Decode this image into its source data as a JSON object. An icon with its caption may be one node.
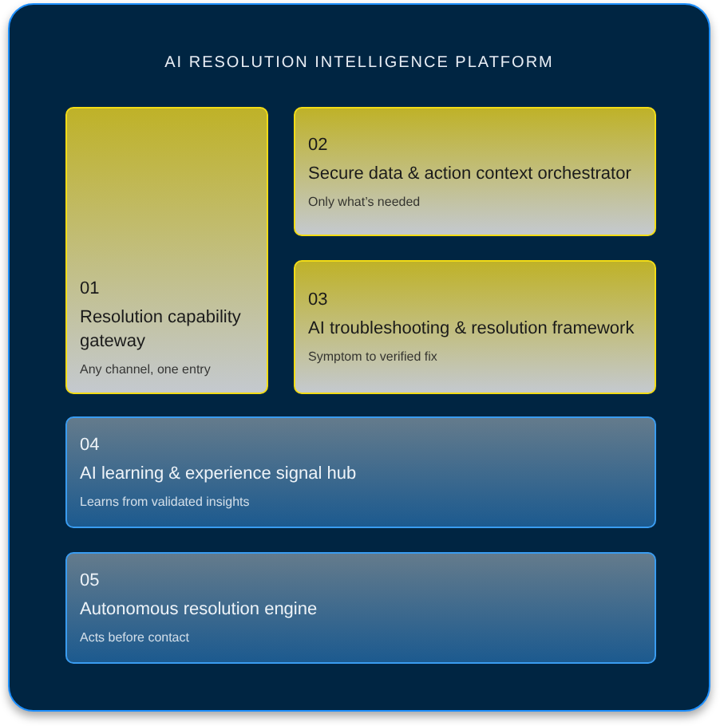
{
  "diagram": {
    "nodes": [
      {
        "text": [
          "AI RESOLUTION INTELLIGENCE PLATFORM"
        ]
      },
      {
        "text": [
          "01",
          "Resolution capability gateway",
          "Any channel, one entry"
        ],
        "in": 0
      },
      {
        "text": [
          "02",
          "Secure data & action context orchestrator",
          "Only what’s needed"
        ],
        "in": 0
      },
      {
        "text": [
          "03",
          "AI troubleshooting & resolution framework",
          "Symptom to verified fix"
        ],
        "in": 0
      },
      {
        "text": [
          "04",
          "AI learning & experience signal hub",
          "Learns from validated insights"
        ],
        "in": 0
      },
      {
        "text": [
          "05",
          "Autonomous resolution engine",
          "Acts before contact"
        ],
        "in": 0
      }
    ],
    "edges": []
  }
}
